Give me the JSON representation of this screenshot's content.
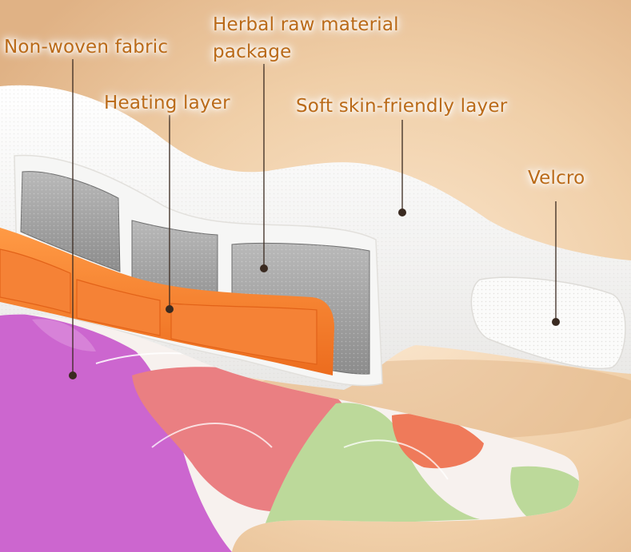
{
  "colors": {
    "label": "#ba6a18",
    "background": "#e9c398",
    "skin_layer": "#f4f3f1",
    "heating_layer": "#f07a2a",
    "herbal_package": "#9a9a9a",
    "fabric_purple": "#cc66cf",
    "fabric_pink": "#ea7f82",
    "fabric_green": "#bcd99a"
  },
  "labels": {
    "non_woven": "Non-woven fabric",
    "herbal_line1": "Herbal raw material",
    "herbal_line2": "package",
    "heating": "Heating layer",
    "soft": "Soft skin-friendly layer",
    "velcro": "Velcro"
  },
  "icons": {
    "belt": "neck-wrap-belt-illustration"
  }
}
